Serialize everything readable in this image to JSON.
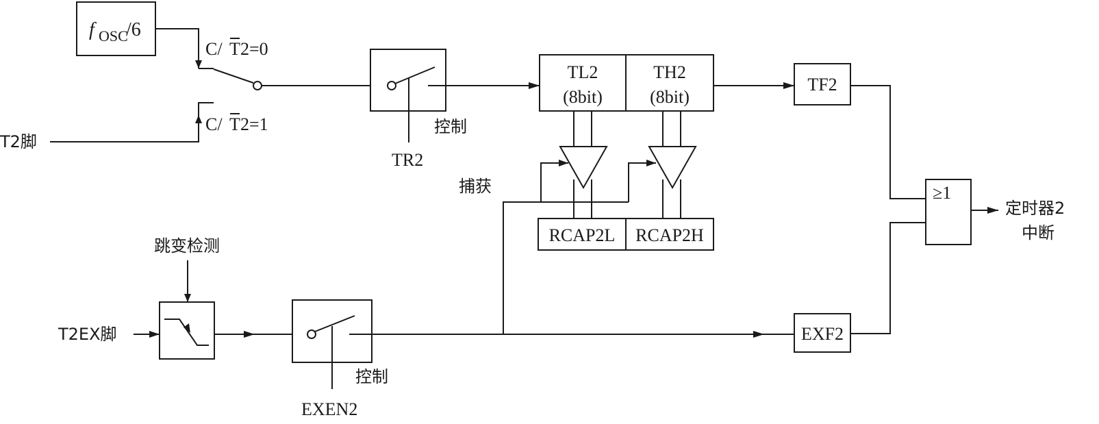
{
  "blocks": {
    "osc_f": "f",
    "osc_sub": "OSC",
    "osc_div": "/6",
    "ct2_c": "C/",
    "ct2_t": "T",
    "ct2_0": "2=0",
    "ct2_1": "2=1",
    "t2_pin": "T2脚",
    "tr2": "TR2",
    "control": "控制",
    "tl2": "TL2",
    "th2": "TH2",
    "bits": "(8bit)",
    "tf2": "TF2",
    "or_gate": "≥1",
    "timer2_line1": "定时器2",
    "timer2_line2": "中断",
    "capture": "捕获",
    "rcap2l": "RCAP2L",
    "rcap2h": "RCAP2H",
    "edge_detect": "跳变检测",
    "t2ex_pin": "T2EX脚",
    "exen2": "EXEN2",
    "exf2": "EXF2"
  }
}
